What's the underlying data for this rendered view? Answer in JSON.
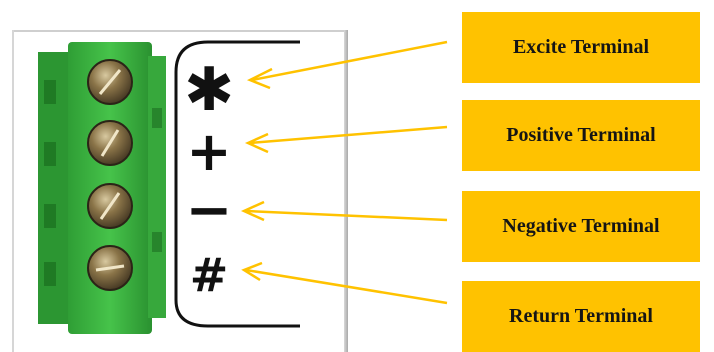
{
  "labels": {
    "excite": "Excite Terminal",
    "positive": "Positive Terminal",
    "negative": "Negative Terminal",
    "return": "Return Terminal"
  },
  "symbols": {
    "excite": "✱",
    "positive": "+",
    "negative": "−",
    "return": "#"
  },
  "colors": {
    "label_fill": "#ffc200",
    "arrow": "#ffc200",
    "connector_body": "#35b235",
    "screw": "#6e5b3a"
  },
  "icons": {
    "connector": "terminal-block-icon",
    "screw": "screw-icon"
  }
}
